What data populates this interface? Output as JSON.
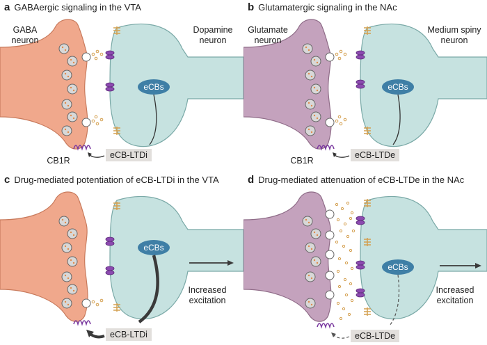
{
  "panels": [
    {
      "letter": "a",
      "title": "GABAergic signaling in the VTA",
      "pre_label_line1": "GABA",
      "pre_label_line2": "neuron",
      "post_label_line1": "Dopamine",
      "post_label_line2": "neuron",
      "ecb_label": "eCBs",
      "receptor_label": "CB1R",
      "plasticity_label": "eCB-LTDi"
    },
    {
      "letter": "b",
      "title": "Glutamatergic signaling in the NAc",
      "pre_label_line1": "Glutamate",
      "pre_label_line2": "neuron",
      "post_label_line1": "Medium spiny",
      "post_label_line2": "neuron",
      "ecb_label": "eCBs",
      "receptor_label": "CB1R",
      "plasticity_label": "eCB-LTDe"
    },
    {
      "letter": "c",
      "title": "Drug-mediated potentiation of eCB-LTDi in the VTA",
      "ecb_label": "eCBs",
      "effect_line1": "Increased",
      "effect_line2": "excitation",
      "plasticity_label": "eCB-LTDi"
    },
    {
      "letter": "d",
      "title": "Drug-mediated attenuation of eCB-LTDe in the NAc",
      "ecb_label": "eCBs",
      "effect_line1": "Increased",
      "effect_line2": "excitation",
      "plasticity_label": "eCB-LTDe"
    }
  ],
  "colors": {
    "gaba_neuron": "#f0a88c",
    "glutamate_neuron": "#c4a2bd",
    "post_neuron": "#c6e2e0",
    "ecb_bubble": "#3f7fa6",
    "receptor": "#7b3aa0",
    "channel": "#d4a050",
    "tag_bg": "#e2dfdc"
  }
}
